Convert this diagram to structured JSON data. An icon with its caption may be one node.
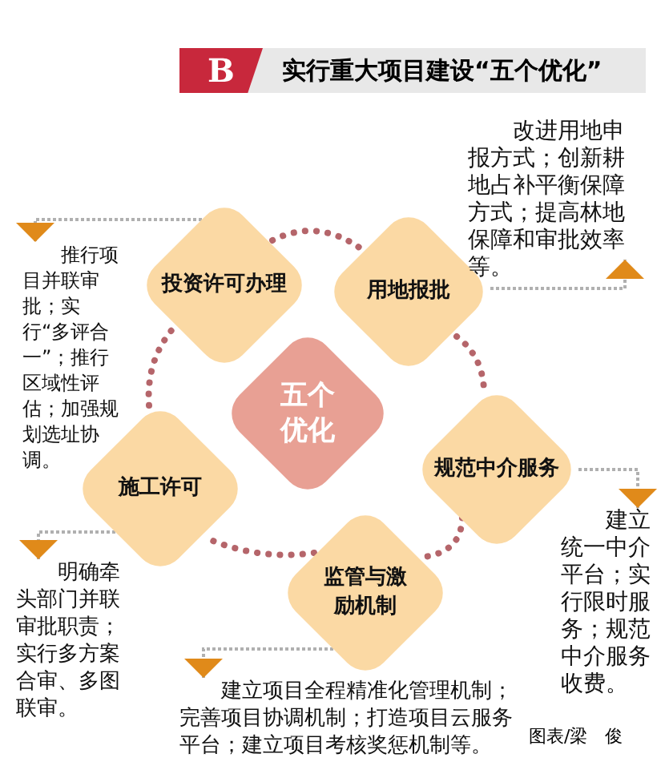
{
  "diagram": {
    "title": "实行重大项目建设“五个优化”",
    "nodes": [
      {
        "text": [
          "五个优化"
        ]
      },
      {
        "text": [
          "投资许可办理"
        ]
      },
      {
        "text": [
          "用地报批"
        ]
      },
      {
        "text": [
          "规范中介服务"
        ]
      },
      {
        "text": [
          "监管与激励机制"
        ]
      },
      {
        "text": [
          "施工许可"
        ]
      },
      {
        "text": [
          "改进用地申报方式；创新耕地占补平衡保障方式；提高林地保障和审批效率等。"
        ]
      },
      {
        "text": [
          "推行项目并联审批；实行“多评合一”；推行区域性评估；加强规划选址协调。"
        ]
      },
      {
        "text": [
          "建立统一中介平台；实行限时服务；规范中介服务收费。"
        ]
      },
      {
        "text": [
          "建立项目全程精准化管理机制；完善项目协调机制；打造项目云服务平台；建立项目考核奖惩机制等。"
        ]
      },
      {
        "text": [
          "明确牵头部门并联审批职责；实行多方案合审、多图联审。"
        ]
      }
    ],
    "edges": [
      {
        "from": 1,
        "to": 2,
        "arrow": "none",
        "style": "dashed",
        "color": "#b5656a"
      },
      {
        "from": 2,
        "to": 3,
        "arrow": "none",
        "style": "dashed",
        "color": "#b5656a"
      },
      {
        "from": 3,
        "to": 4,
        "arrow": "none",
        "style": "dashed",
        "color": "#b5656a"
      },
      {
        "from": 4,
        "to": 5,
        "arrow": "none",
        "style": "dashed",
        "color": "#b5656a"
      },
      {
        "from": 5,
        "to": 1,
        "arrow": "none",
        "style": "dashed",
        "color": "#b5656a"
      },
      {
        "from": 1,
        "to": 7,
        "arrow": "to",
        "style": "dashed",
        "color": "#b0b0b0"
      },
      {
        "from": 2,
        "to": 6,
        "arrow": "to",
        "style": "dashed",
        "color": "#b0b0b0"
      },
      {
        "from": 3,
        "to": 8,
        "arrow": "to",
        "style": "dashed",
        "color": "#b0b0b0"
      },
      {
        "from": 4,
        "to": 9,
        "arrow": "to",
        "style": "dashed",
        "color": "#b0b0b0"
      },
      {
        "from": 5,
        "to": 10,
        "arrow": "to",
        "style": "dashed",
        "color": "#b0b0b0"
      }
    ],
    "labels": [
      "B",
      "图表/梁　俊"
    ]
  }
}
